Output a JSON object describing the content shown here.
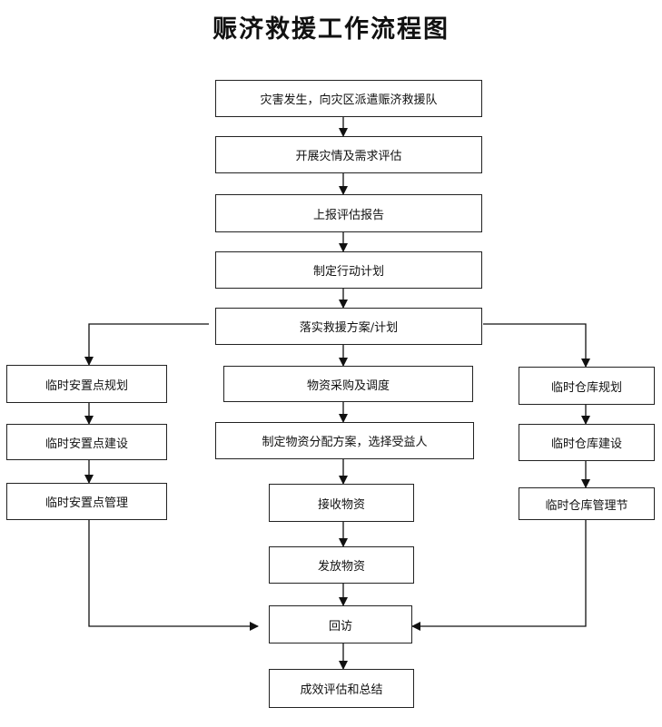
{
  "title": "赈济救援工作流程图",
  "nodes": {
    "dispatch": "灾害发生，向灾区派遣赈济救援队",
    "assess": "开展灾情及需求评估",
    "report": "上报评估报告",
    "plan": "制定行动计划",
    "implement": "落实救援方案/计划",
    "shelter_plan": "临时安置点规划",
    "shelter_build": "临时安置点建设",
    "shelter_manage": "临时安置点管理",
    "procure": "物资采购及调度",
    "allocate": "制定物资分配方案，选择受益人",
    "receive": "接收物资",
    "distribute": "发放物资",
    "warehouse_plan": "临时仓库规划",
    "warehouse_build": "临时仓库建设",
    "warehouse_manage": "临时仓库管理节",
    "followup": "回访",
    "evaluate": "成效评估和总结"
  }
}
